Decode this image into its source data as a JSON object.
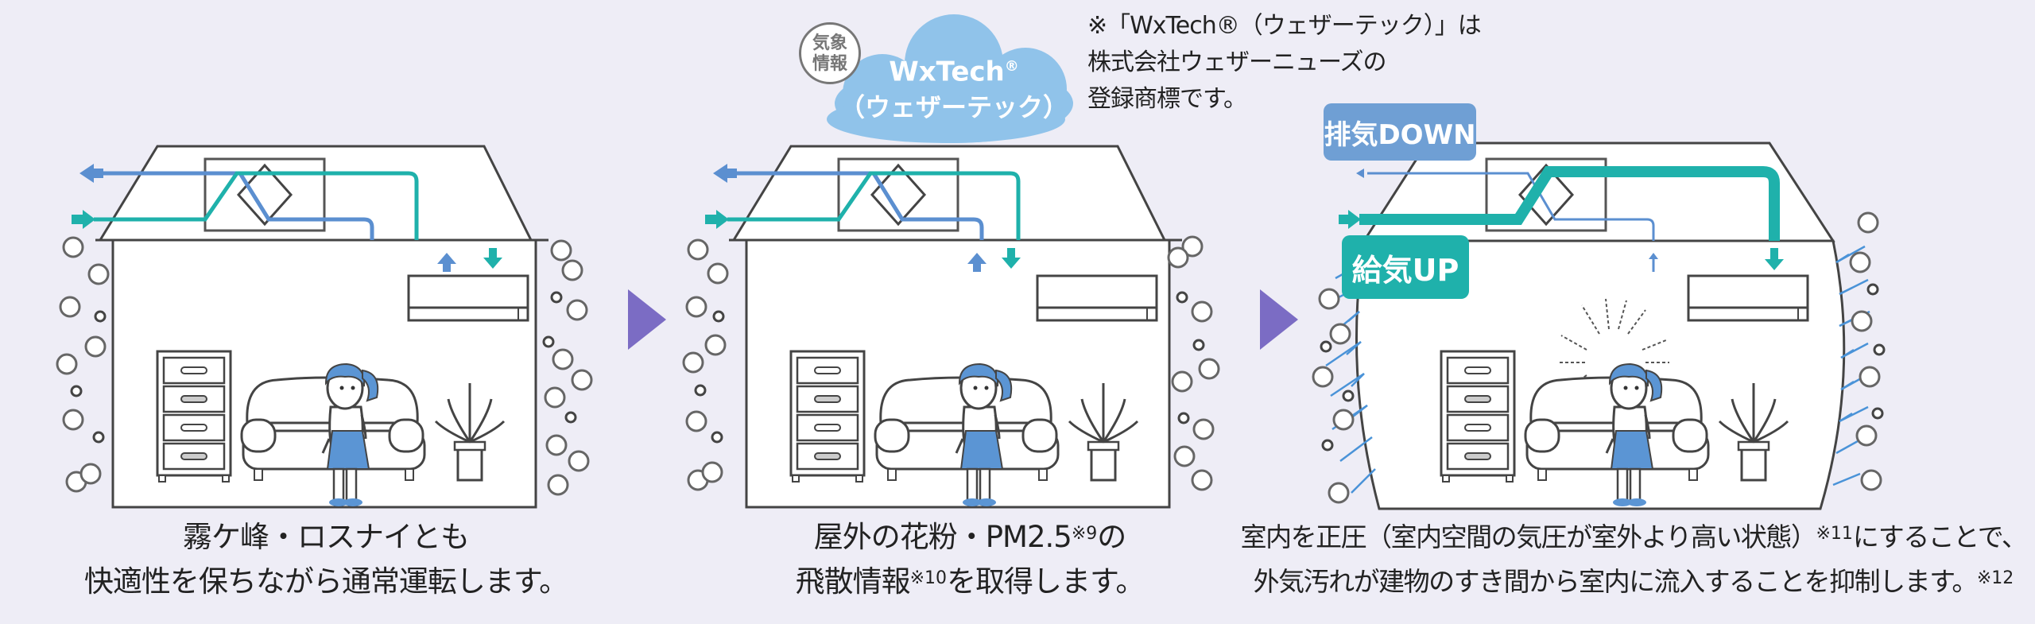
{
  "panels": [
    {
      "id": "normal",
      "caption_line1": "霧ケ峰・ロスナイとも",
      "caption_line2": "快適性を保ちながら通常運転します。"
    },
    {
      "id": "weather-info",
      "caption_line1_a": "屋外の花粉・PM2.5",
      "caption_line1_sup": "※9",
      "caption_line1_b": "の",
      "caption_line2_a": "飛散情報",
      "caption_line2_sup": "※10",
      "caption_line2_b": "を取得します。"
    },
    {
      "id": "positive-pressure",
      "caption_line1_a": "室内を正圧（室内空間の気圧が室外より高い状態）",
      "caption_line1_sup": "※11",
      "caption_line1_b": "にすることで、",
      "caption_line2_a": "外気汚れが建物のすき間から室内に流入することを抑制します。",
      "caption_line2_sup": "※12"
    }
  ],
  "weather_service": {
    "badge": "気象情報",
    "badge_line1": "気象",
    "badge_line2": "情報",
    "name": "WxTech",
    "registered": "®",
    "name_kana": "（ウェザーテック）"
  },
  "trademark_note": {
    "line1": "※「WxTech®（ウェザーテック）」は",
    "line2": "株式会社ウェザーニューズの",
    "line3": "登録商標です。"
  },
  "labels": {
    "exhaust": "排気DOWN",
    "supply": "給気UP"
  },
  "colors": {
    "background": "#eeedf6",
    "supply_air": "#1fb1ab",
    "exhaust_air": "#5b8fd0",
    "cloud": "#90c3ea",
    "step_arrow": "#7b6cc4",
    "person": "#5b95d4",
    "pollen_wind": "#4a93d8"
  },
  "icons": [
    "house-icon",
    "heat-exchanger-icon",
    "air-conditioner-icon",
    "person-icon",
    "sofa-icon",
    "drawer-icon",
    "plant-icon",
    "pollen-particle-icon",
    "next-step-arrow-icon",
    "cloud-icon"
  ]
}
